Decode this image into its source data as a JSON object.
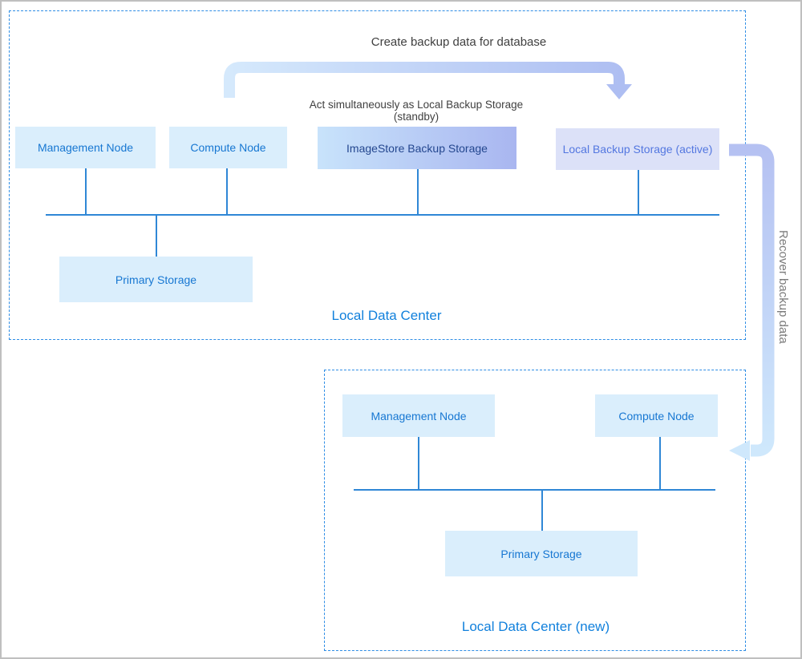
{
  "diagram": {
    "title": "Create backup data for database",
    "standby_note_line1": "Act simultaneously as Local Backup Storage",
    "standby_note_line2": "(standby)",
    "recover_label": "Recover backup data",
    "colors": {
      "node_fill": "#daeefc",
      "node_text": "#1777d2",
      "imagestore_gradient_start": "#c8e3fb",
      "imagestore_gradient_end": "#a9b6f0",
      "imagestore_text": "#24478f",
      "active_fill": "#dce1f8",
      "active_text": "#5377e0",
      "dashed_border": "#2e8de5",
      "connector_line": "#2f87d6",
      "datacenter_label": "#1180dc",
      "note_text": "#404040",
      "recover_text": "#7b7b7b",
      "arrow_light_blue": "#d5e9fc",
      "arrow_periwinkle": "#aebef2"
    },
    "datacenter1": {
      "label": "Local Data Center",
      "nodes": {
        "management": "Management Node",
        "compute": "Compute Node",
        "imagestore": "ImageStore Backup Storage",
        "local_backup_active": "Local Backup Storage (active)",
        "primary": "Primary Storage"
      }
    },
    "datacenter2": {
      "label": "Local Data Center (new)",
      "nodes": {
        "management": "Management Node",
        "compute": "Compute Node",
        "primary": "Primary Storage"
      }
    }
  }
}
